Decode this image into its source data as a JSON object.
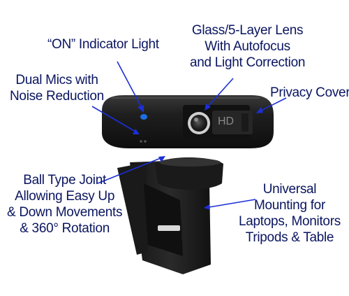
{
  "callouts": {
    "indicator": {
      "lines": [
        "“ON” Indicator Light"
      ]
    },
    "lens": {
      "lines": [
        "Glass/5-Layer Lens",
        "With Autofocus",
        "and Light Correction"
      ]
    },
    "mics": {
      "lines": [
        "Dual Mics with",
        "Noise Reduction"
      ]
    },
    "privacy": {
      "lines": [
        "Privacy Cover"
      ]
    },
    "joint": {
      "lines": [
        "Ball Type Joint",
        "Allowing Easy Up",
        "& Down Movements",
        "& 360° Rotation"
      ]
    },
    "mount": {
      "lines": [
        "Universal",
        "Mounting for",
        "Laptops, Monitors",
        "Tripods & Table"
      ]
    }
  },
  "device": {
    "badge_text": "HD"
  },
  "colors": {
    "text": "#0a1560",
    "arrow": "#1c2fd6",
    "body": "#1b1b1b",
    "led": "#1e6fe0"
  }
}
